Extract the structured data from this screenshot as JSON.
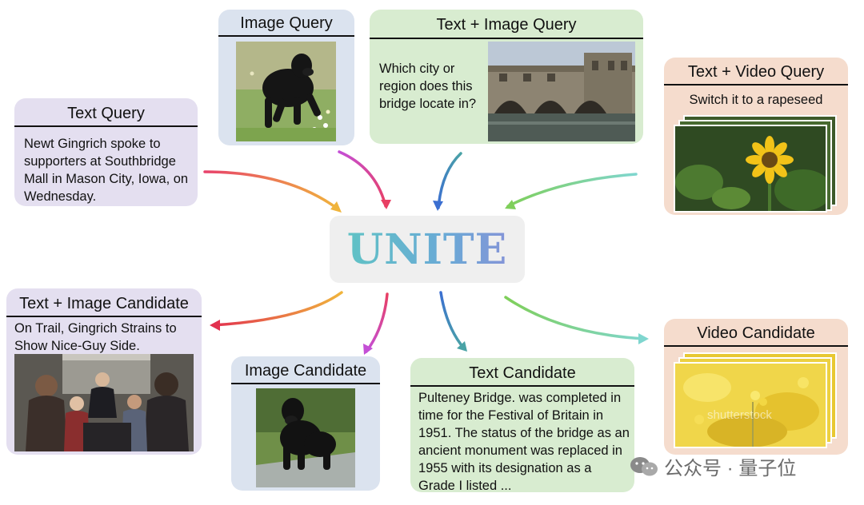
{
  "center_label": "UNITE",
  "watermark": "公众号 · 量子位",
  "queries": {
    "text_query": {
      "title": "Text Query",
      "text": "Newt Gingrich spoke to supporters at Southbridge Mall in Mason City, Iowa, on Wednesday."
    },
    "image_query": {
      "title": "Image Query"
    },
    "text_image_query": {
      "title": "Text + Image Query",
      "text": "Which city or region does this bridge locate in?"
    },
    "text_video_query": {
      "title": "Text + Video Query",
      "text": "Switch it to a rapeseed"
    }
  },
  "candidates": {
    "text_image_candidate": {
      "title": "Text + Image Candidate",
      "text": "On Trail, Gingrich Strains to Show Nice-Guy Side."
    },
    "image_candidate": {
      "title": "Image Candidate"
    },
    "text_candidate": {
      "title": "Text Candidate",
      "text": "Pulteney Bridge. was completed in time for the Festival of Britain in 1951. The status of the bridge as an ancient monument was replaced in 1955 with its designation as a Grade I listed ..."
    },
    "video_candidate": {
      "title": "Video Candidate",
      "frame_watermark": "shutterstock"
    }
  },
  "colors": {
    "purple": "#e4dff0",
    "blue": "#dbe3ef",
    "green": "#d8ecd0",
    "peach": "#f5dccd"
  }
}
